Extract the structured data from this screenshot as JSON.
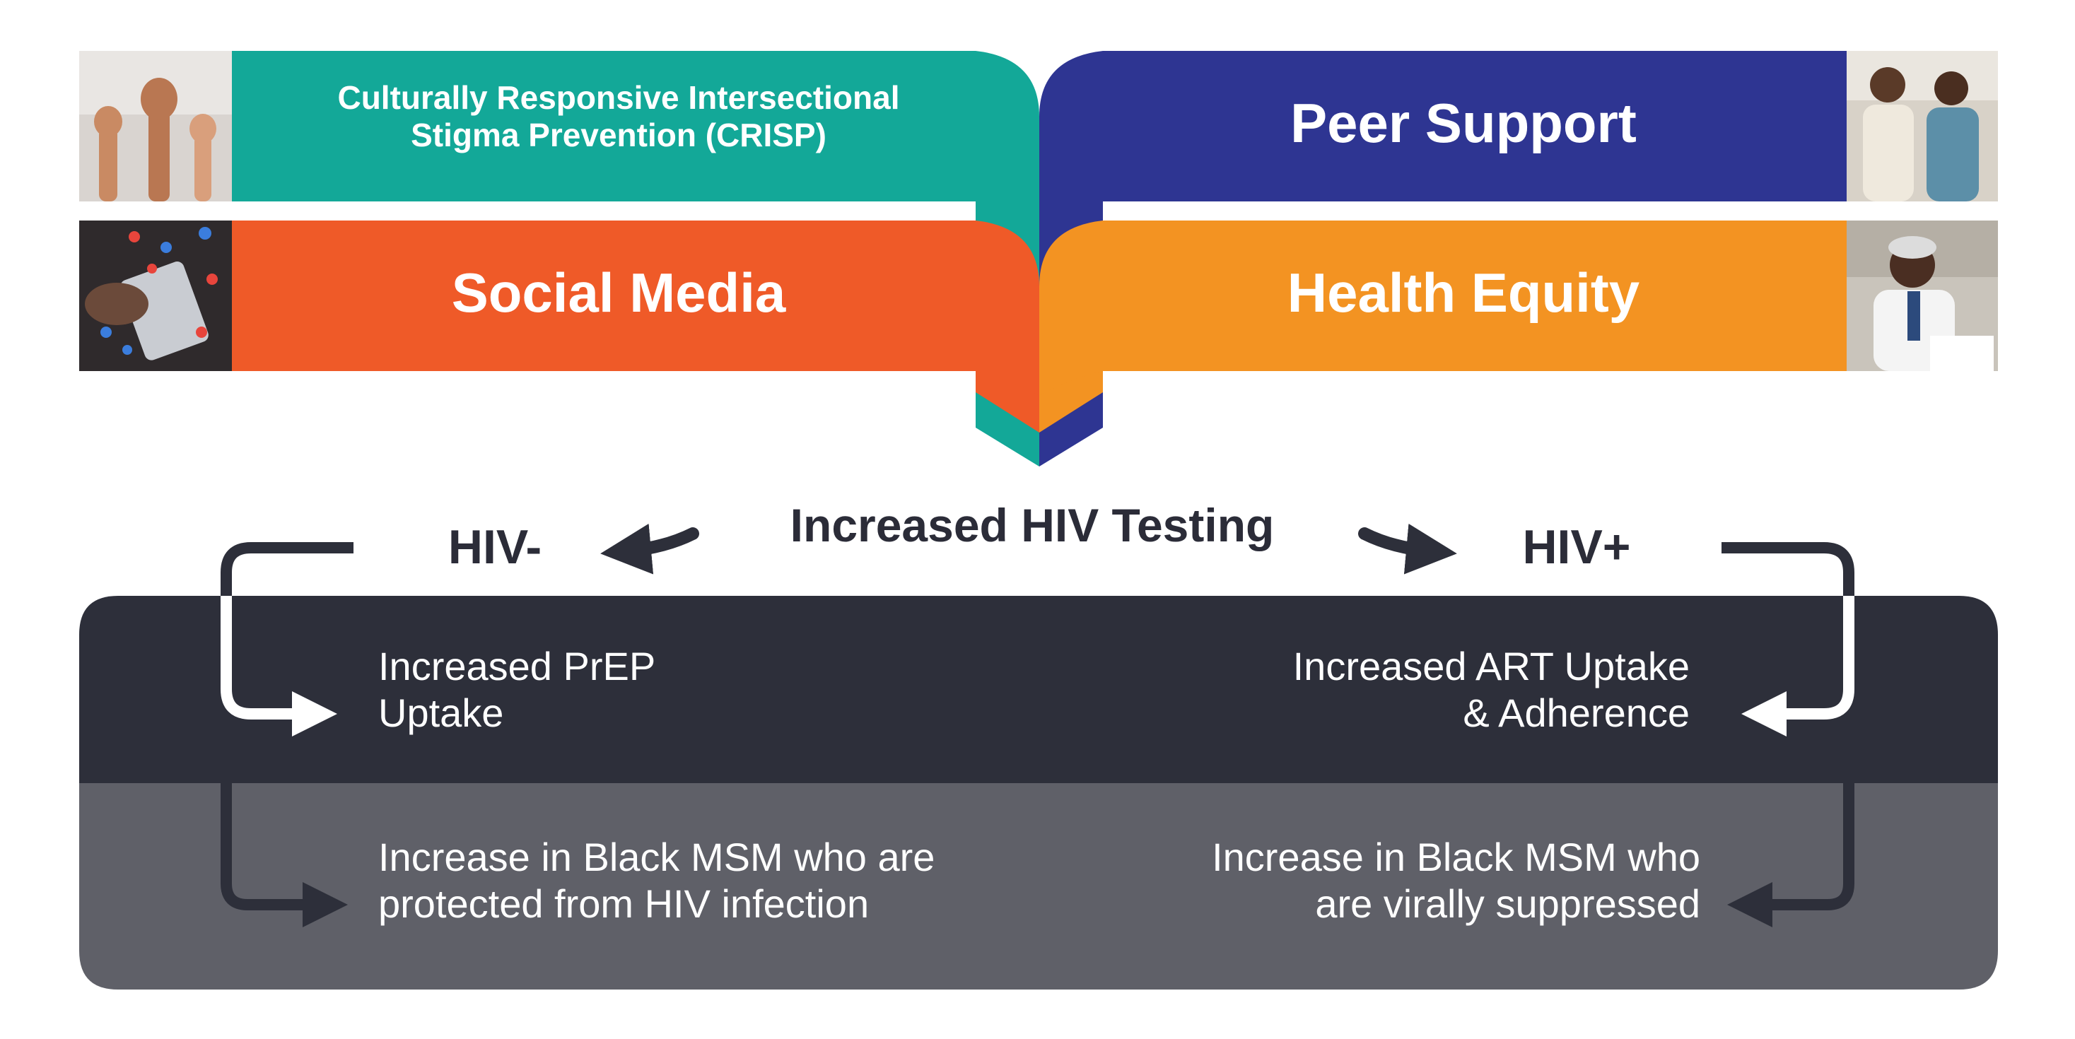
{
  "colors": {
    "teal": "#13a898",
    "navy": "#2e3592",
    "red_orange": "#ef5a28",
    "orange": "#f39322",
    "dark_box": "#2d2f3a",
    "gray_box": "#5f6068",
    "text_dark": "#2b2c38",
    "white": "#ffffff"
  },
  "banners": {
    "crisp": {
      "title": "Culturally Responsive Intersectional Stigma Prevention (CRISP)",
      "photo": "raised-fists-photo"
    },
    "peer": {
      "title": "Peer Support",
      "photo": "two-men-talking-photo"
    },
    "social": {
      "title": "Social Media",
      "photo": "phone-notifications-photo"
    },
    "equity": {
      "title": "Health Equity",
      "photo": "doctor-writing-photo"
    }
  },
  "flow": {
    "center": "Increased HIV Testing",
    "negative": "HIV-",
    "positive": "HIV+"
  },
  "outcomes": {
    "prep": "Increased PrEP Uptake",
    "art": "Increased ART Uptake & Adherence",
    "protected": "Increase in Black MSM who are protected from HIV infection",
    "suppressed": "Increase in Black MSM who are virally suppressed"
  }
}
